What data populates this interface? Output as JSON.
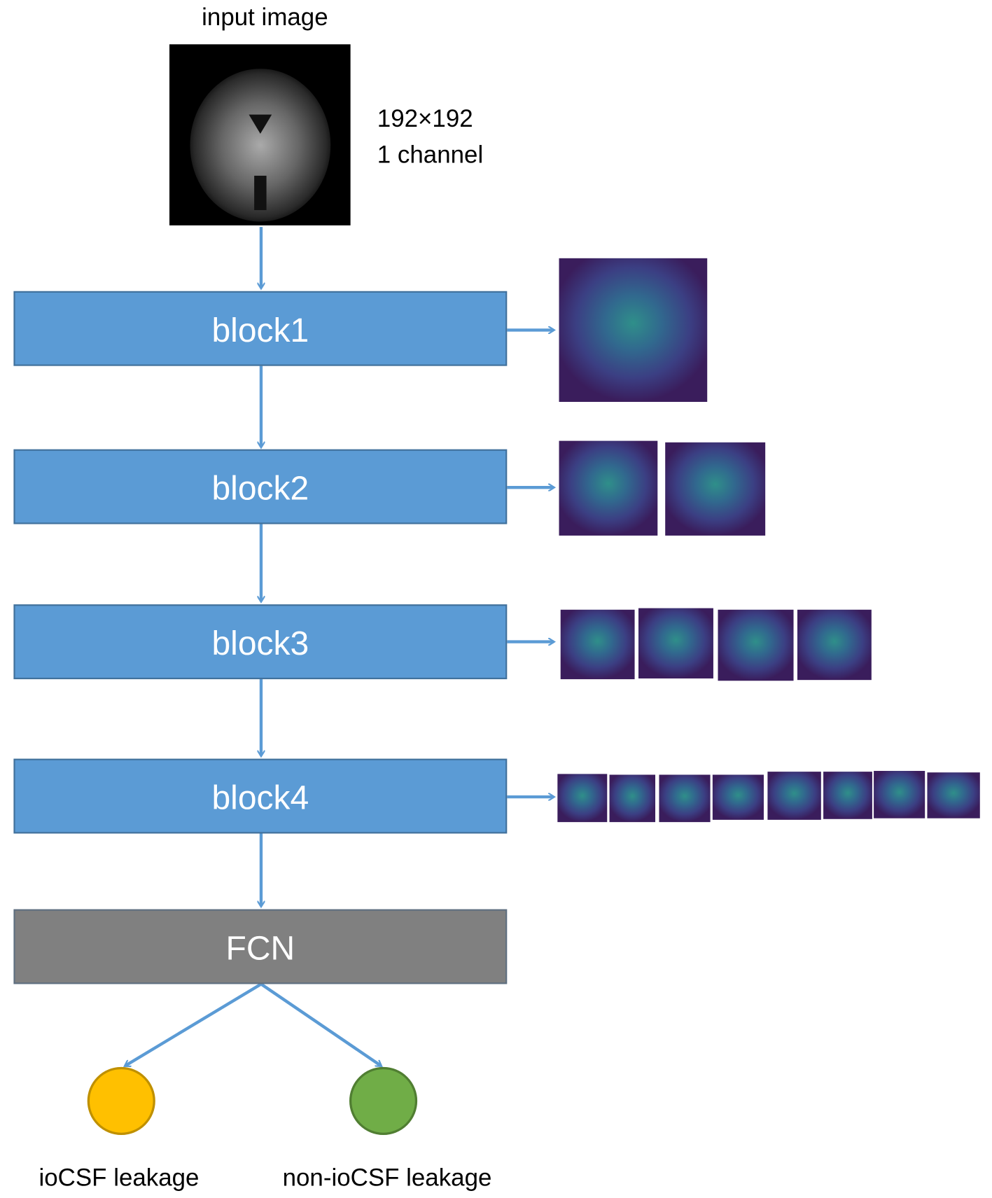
{
  "input": {
    "title": "input image",
    "size": "192×192",
    "channels": "1 channel"
  },
  "blocks": [
    {
      "label": "block1",
      "feature_maps": 1
    },
    {
      "label": "block2",
      "feature_maps": 2
    },
    {
      "label": "block3",
      "feature_maps": 4
    },
    {
      "label": "block4",
      "feature_maps": 8
    }
  ],
  "fcn": {
    "label": "FCN"
  },
  "outputs": [
    {
      "label": "ioCSF leakage",
      "color": "#FFC000"
    },
    {
      "label": "non-ioCSF leakage",
      "color": "#70AD47"
    }
  ],
  "colors": {
    "block": "#5B9BD5",
    "fcn": "#808080",
    "arrow": "#5B9BD5",
    "feature_bg": "#3B1F5E"
  }
}
